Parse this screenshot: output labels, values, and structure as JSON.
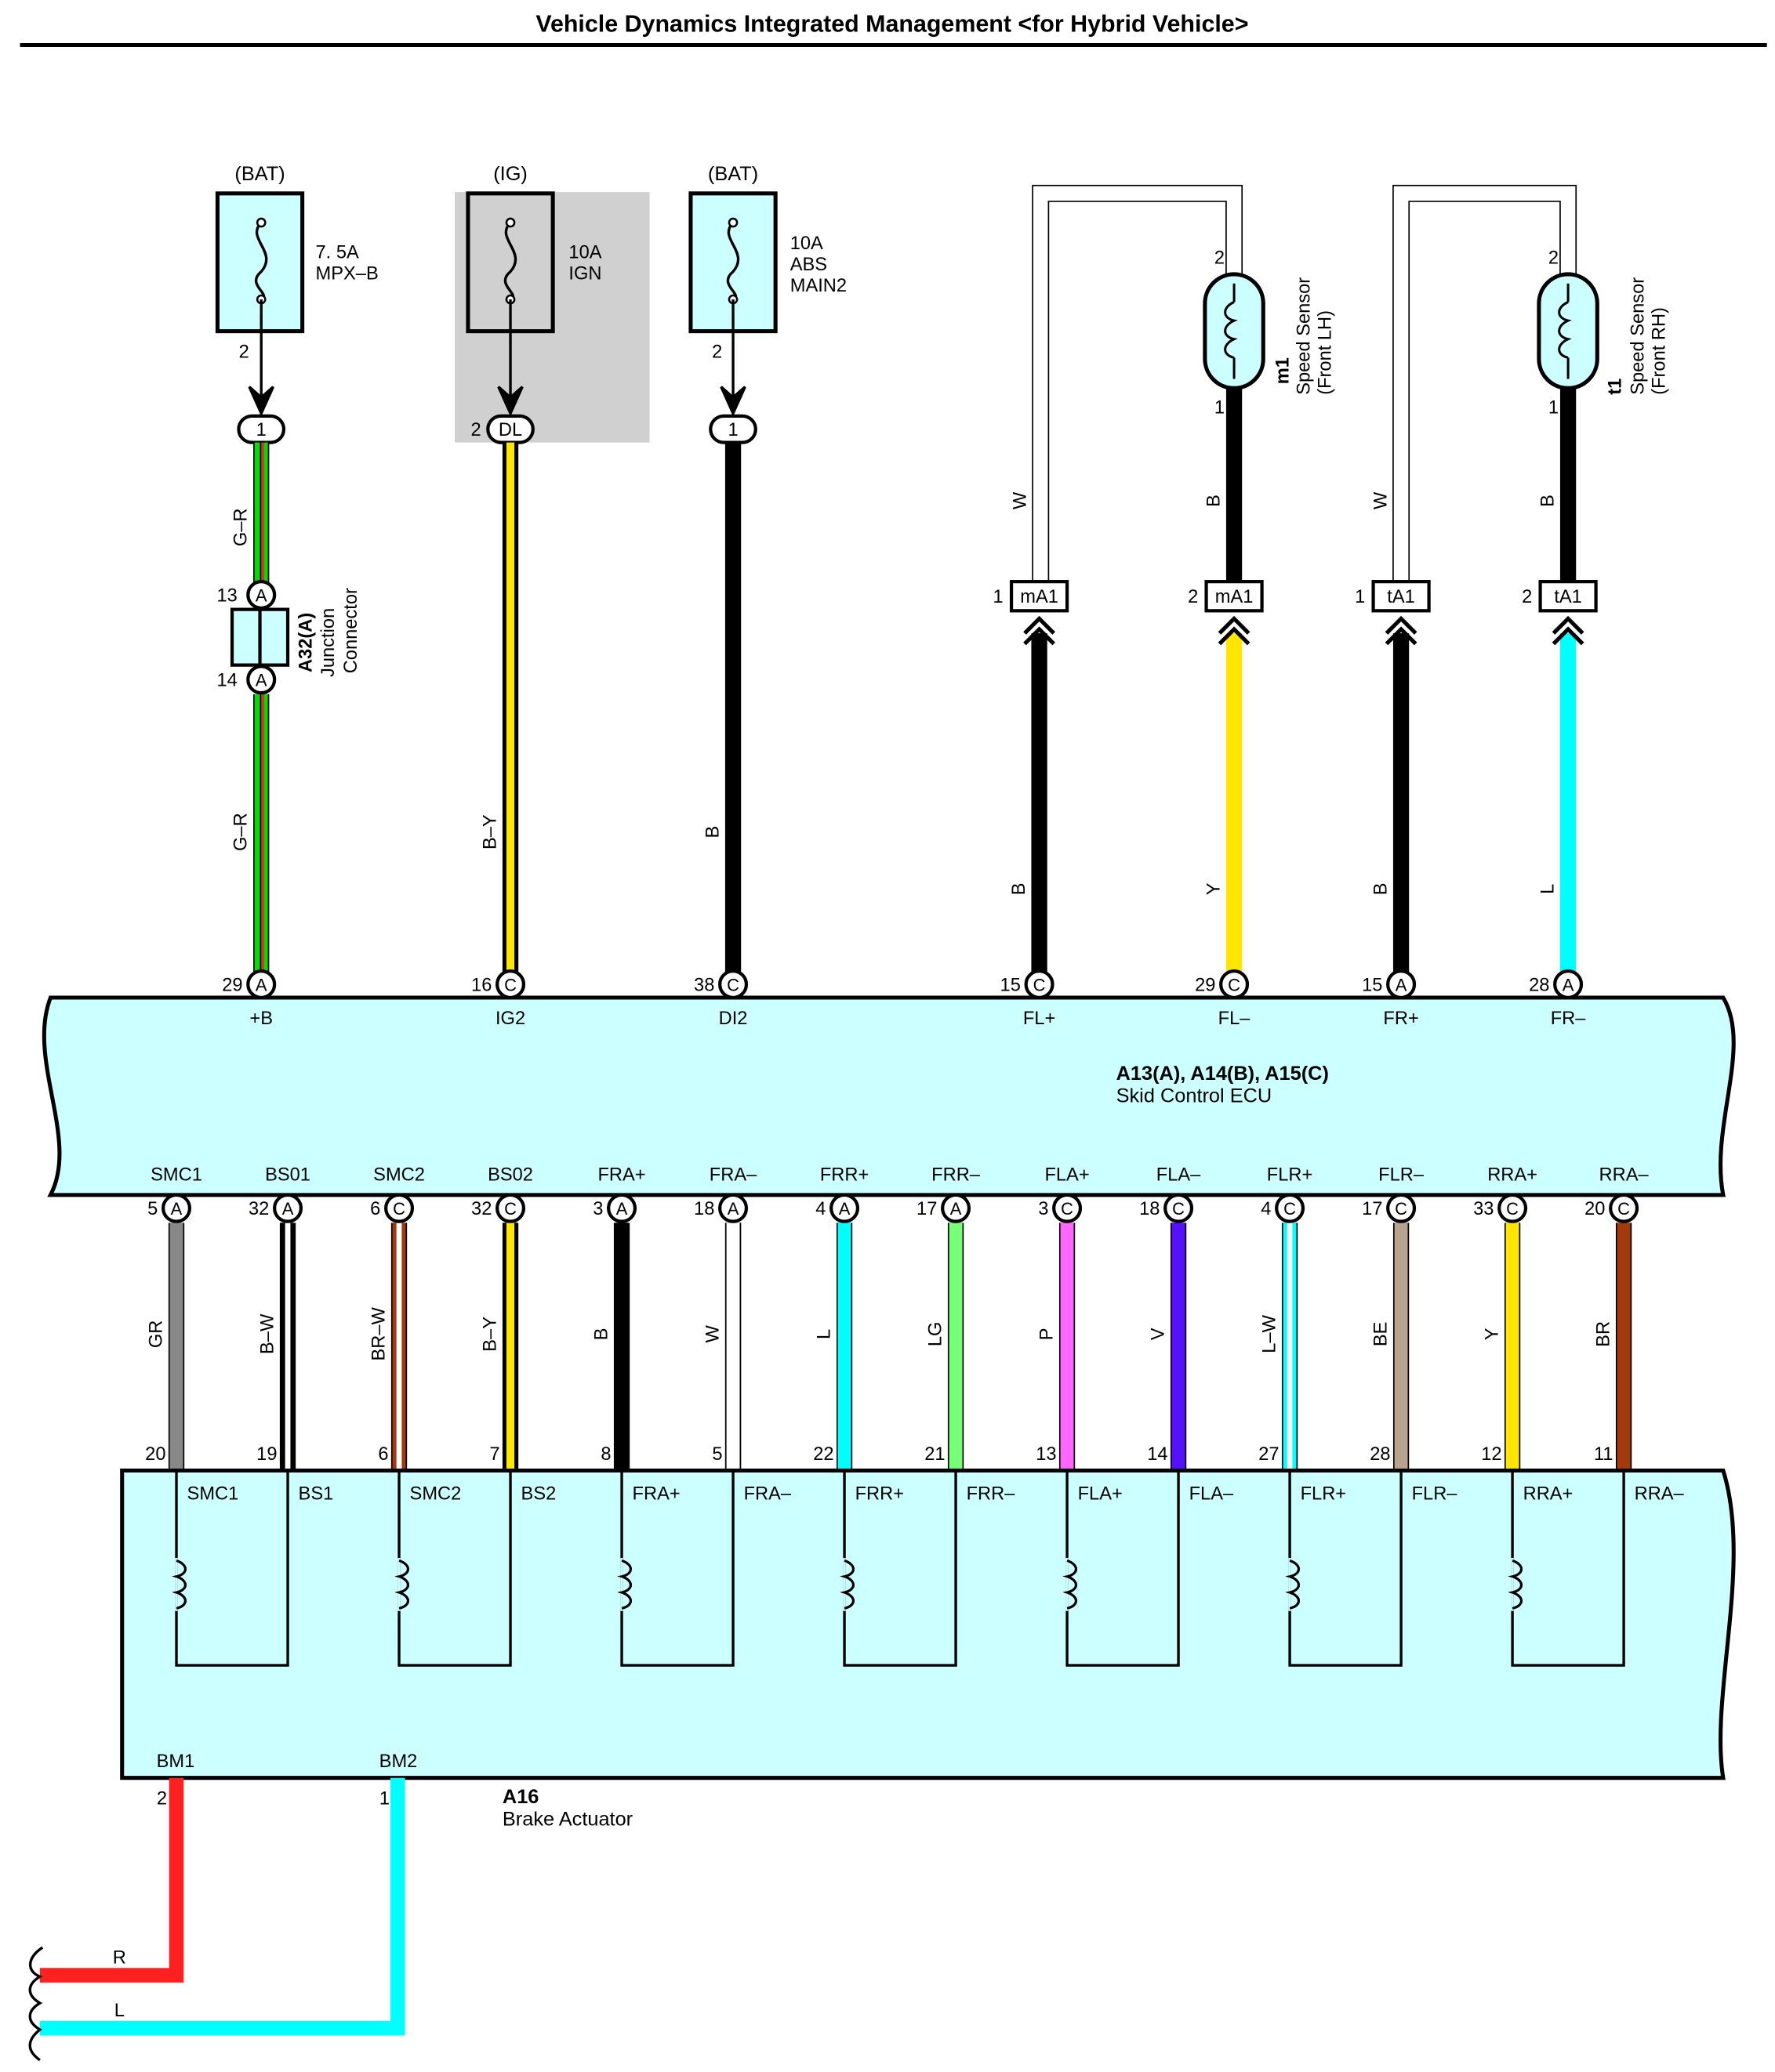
{
  "title": "Vehicle Dynamics Integrated Management <for Hybrid Vehicle>",
  "colors": {
    "panel": "#ccffff",
    "black": "#000000",
    "yellow": "#ffe600",
    "cyan": "#00ffff",
    "green": "#00dd00",
    "red": "#ff2020",
    "gray": "#888888",
    "brown": "#a33a0c",
    "lightgreen": "#77ff77",
    "pink": "#ff66ff",
    "violet": "#5511ff",
    "beige": "#b8a48e",
    "white": "#ffffff",
    "shade": "#d0d0d0"
  },
  "fuses": [
    {
      "source": "(BAT)",
      "rating": "7. 5A",
      "name": "MPX–B",
      "pin": "2",
      "connector": "1"
    },
    {
      "source": "(IG)",
      "rating": "10A",
      "name": "IGN",
      "pin": "2",
      "connector": "DL"
    },
    {
      "source": "(BAT)",
      "rating": "10A",
      "name": "ABS MAIN2",
      "pin": "2",
      "connector": "1"
    }
  ],
  "junction": {
    "id": "A32(A)",
    "name": "Junction Connector",
    "pin_in": "13",
    "pin_out": "14",
    "letter": "A"
  },
  "sensors": [
    {
      "id": "m1",
      "name": "Speed Sensor (Front LH)",
      "pin_top": "2",
      "pin_bottom": "1",
      "connector": "mA1"
    },
    {
      "id": "t1",
      "name": "Speed Sensor (Front RH)",
      "pin_top": "2",
      "pin_bottom": "1",
      "connector": "tA1"
    }
  ],
  "ecu": {
    "id": "A13(A), A14(B), A15(C)",
    "name": "Skid Control ECU",
    "top_terminals": [
      {
        "pin": "29",
        "conn": "A",
        "name": "+B",
        "wire": "G–R"
      },
      {
        "pin": "16",
        "conn": "C",
        "name": "IG2",
        "wire": "B–Y"
      },
      {
        "pin": "38",
        "conn": "C",
        "name": "DI2",
        "wire": "B"
      },
      {
        "pin": "15",
        "conn": "C",
        "name": "FL+",
        "wire": "B",
        "upper_wire": "W",
        "sensor_pin": "1"
      },
      {
        "pin": "29",
        "conn": "C",
        "name": "FL–",
        "wire": "Y",
        "upper_wire": "B",
        "sensor_pin": "2"
      },
      {
        "pin": "15",
        "conn": "A",
        "name": "FR+",
        "wire": "B",
        "upper_wire": "W",
        "sensor_pin": "1"
      },
      {
        "pin": "28",
        "conn": "A",
        "name": "FR–",
        "wire": "L",
        "upper_wire": "B",
        "sensor_pin": "2"
      }
    ],
    "bottom_terminals": [
      {
        "name": "SMC1",
        "pin": "5",
        "conn": "A",
        "wire": "GR",
        "act_pin": "20"
      },
      {
        "name": "BS01",
        "pin": "32",
        "conn": "A",
        "wire": "B–W",
        "act_pin": "19"
      },
      {
        "name": "SMC2",
        "pin": "6",
        "conn": "C",
        "wire": "BR–W",
        "act_pin": "6"
      },
      {
        "name": "BS02",
        "pin": "32",
        "conn": "C",
        "wire": "B–Y",
        "act_pin": "7"
      },
      {
        "name": "FRA+",
        "pin": "3",
        "conn": "A",
        "wire": "B",
        "act_pin": "8"
      },
      {
        "name": "FRA–",
        "pin": "18",
        "conn": "A",
        "wire": "W",
        "act_pin": "5"
      },
      {
        "name": "FRR+",
        "pin": "4",
        "conn": "A",
        "wire": "L",
        "act_pin": "22"
      },
      {
        "name": "FRR–",
        "pin": "17",
        "conn": "A",
        "wire": "LG",
        "act_pin": "21"
      },
      {
        "name": "FLA+",
        "pin": "3",
        "conn": "C",
        "wire": "P",
        "act_pin": "13"
      },
      {
        "name": "FLA–",
        "pin": "18",
        "conn": "C",
        "wire": "V",
        "act_pin": "14"
      },
      {
        "name": "FLR+",
        "pin": "4",
        "conn": "C",
        "wire": "L–W",
        "act_pin": "27"
      },
      {
        "name": "FLR–",
        "pin": "17",
        "conn": "C",
        "wire": "BE",
        "act_pin": "28"
      },
      {
        "name": "RRA+",
        "pin": "33",
        "conn": "C",
        "wire": "Y",
        "act_pin": "12"
      },
      {
        "name": "RRA–",
        "pin": "20",
        "conn": "C",
        "wire": "BR",
        "act_pin": "11"
      }
    ]
  },
  "actuator": {
    "id": "A16",
    "name": "Brake Actuator",
    "solenoid_labels": [
      "SMC1",
      "BS1",
      "SMC2",
      "BS2",
      "FRA+",
      "FRA–",
      "FRR+",
      "FRR–",
      "FLA+",
      "FLA–",
      "FLR+",
      "FLR–",
      "RRA+",
      "RRA–"
    ],
    "motor_terminals": [
      {
        "name": "BM1",
        "pin": "2",
        "wire": "R"
      },
      {
        "name": "BM2",
        "pin": "1",
        "wire": "L"
      }
    ]
  }
}
